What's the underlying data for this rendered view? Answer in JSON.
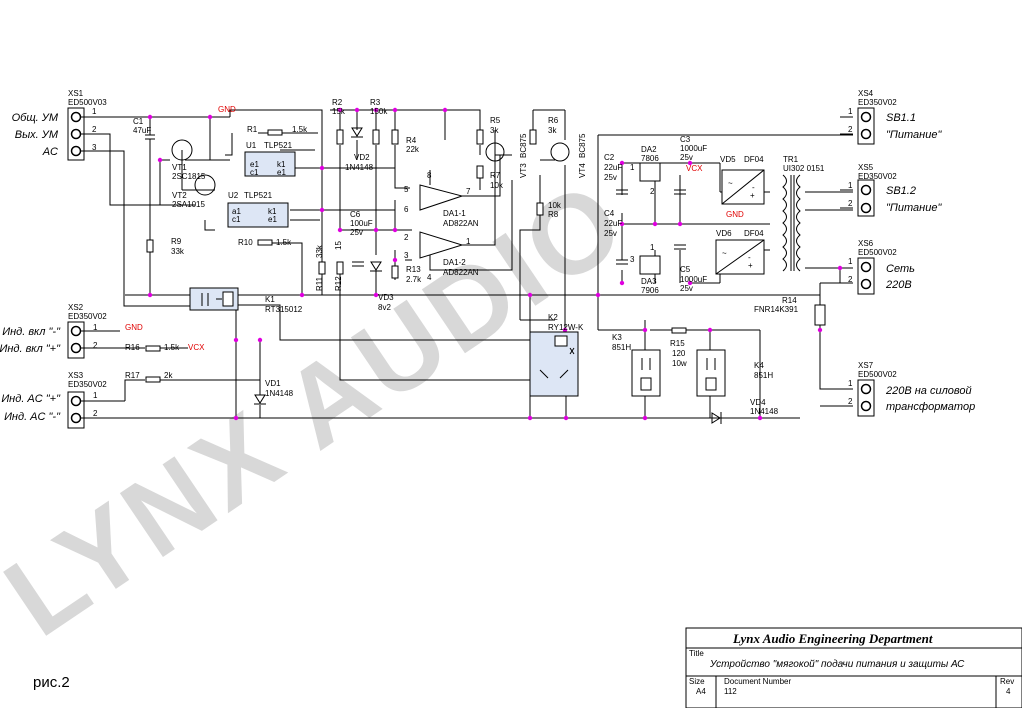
{
  "watermark": "LYNX AUDIO",
  "figure_caption": "рис.2",
  "connectors": {
    "xs1": {
      "ref": "XS1",
      "part": "ED500V03",
      "labels": [
        "Общ. УМ",
        "Вых. УМ",
        "AC"
      ]
    },
    "xs2": {
      "ref": "XS2",
      "part": "ED350V02",
      "labels": [
        "Инд. вкл \"-\"",
        "Инд. вкл \"+\""
      ]
    },
    "xs3": {
      "ref": "XS3",
      "part": "ED350V02",
      "labels": [
        "Инд. AC \"+\"",
        "Инд. AC \"-\""
      ]
    },
    "xs4": {
      "ref": "XS4",
      "part": "ED350V02",
      "labels": [
        "SB1.1",
        "\"Питание\""
      ]
    },
    "xs5": {
      "ref": "XS5",
      "part": "ED350V02",
      "labels": [
        "SB1.2",
        "\"Питание\""
      ]
    },
    "xs6": {
      "ref": "XS6",
      "part": "ED500V02",
      "labels": [
        "Сеть",
        "220В"
      ]
    },
    "xs7": {
      "ref": "XS7",
      "part": "ED500V02",
      "labels": [
        "220В на силовой",
        "трансформатор"
      ]
    }
  },
  "nets": {
    "gnd": "GND",
    "vcx": "VCX"
  },
  "components": {
    "c1": [
      "C1",
      "47uF"
    ],
    "vt1": [
      "VT1",
      "2SC1815"
    ],
    "vt2": [
      "VT2",
      "2SA1015"
    ],
    "u1": [
      "U1",
      "TLP521"
    ],
    "u2": [
      "U2",
      "TLP521"
    ],
    "r1": [
      "R1",
      "1.5k"
    ],
    "r2": [
      "R2",
      "15k"
    ],
    "r3": [
      "R3",
      "150k"
    ],
    "r4": [
      "R4",
      "22k"
    ],
    "r5": [
      "R5",
      "3k"
    ],
    "r6": [
      "R6",
      "3k"
    ],
    "r7": [
      "R7",
      "10k"
    ],
    "r8": [
      "R8",
      "10k"
    ],
    "r9": [
      "R9",
      "33k"
    ],
    "r10": [
      "R10",
      "1.5k"
    ],
    "r11": [
      "R11",
      "33k"
    ],
    "r12": [
      "R12",
      "15"
    ],
    "r13": [
      "R13",
      "2.7k"
    ],
    "r14": [
      "R14",
      "FNR14K391"
    ],
    "r15": [
      "R15",
      "120",
      "10w"
    ],
    "r16": [
      "R16",
      "1.5k"
    ],
    "r17": [
      "R17",
      "2k"
    ],
    "vd1": [
      "VD1",
      "1N4148"
    ],
    "vd2": [
      "VD2",
      "1N4148"
    ],
    "vd3": [
      "VD3",
      "8v2"
    ],
    "vd4": [
      "VD4",
      "1N4148"
    ],
    "vd5": [
      "VD5",
      "DF04"
    ],
    "vd6": [
      "VD6",
      "DF04"
    ],
    "vt3": [
      "VT3",
      "BC875"
    ],
    "vt4": [
      "VT4",
      "BC875"
    ],
    "c2": [
      "C2",
      "22uF",
      "25v"
    ],
    "c3": [
      "C3",
      "1000uF",
      "25v"
    ],
    "c4": [
      "C4",
      "22uF",
      "25v"
    ],
    "c5": [
      "C5",
      "1000uF",
      "25v"
    ],
    "c6": [
      "C6",
      "100uF",
      "25v"
    ],
    "da1_1": [
      "DA1-1",
      "AD822AN"
    ],
    "da1_2": [
      "DA1-2",
      "AD822AN"
    ],
    "da2": [
      "DA2",
      "7806"
    ],
    "da3": [
      "DA3",
      "7906"
    ],
    "tr1": [
      "TR1",
      "UI302 0151"
    ],
    "k1": [
      "K1",
      "RT315012"
    ],
    "k2": [
      "K2",
      "RY12W-K"
    ],
    "k3": [
      "K3",
      "851H"
    ],
    "k4": [
      "K4",
      "851H"
    ]
  },
  "title_block": {
    "company": "Lynx Audio Engineering Department",
    "title_caption": "Title",
    "title": "Устройство \"мягокой\" подачи питания и защиты АС",
    "size_caption": "Size",
    "size": "A4",
    "docnum_caption": "Document Number",
    "docnum": "112",
    "rev_caption": "Rev",
    "rev": "4"
  }
}
